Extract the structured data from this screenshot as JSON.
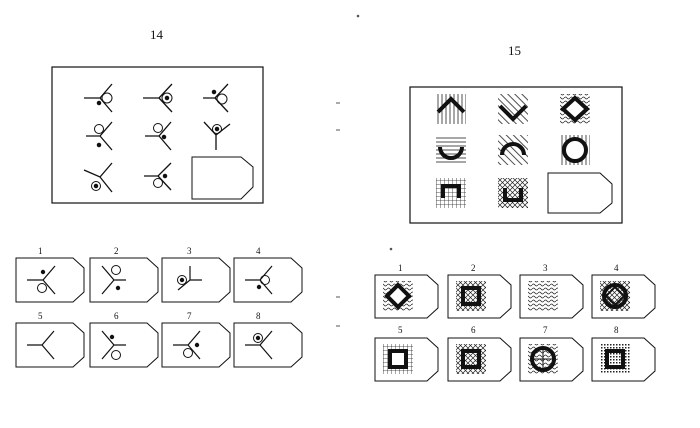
{
  "puzzle14": {
    "number": "14",
    "options": [
      "1",
      "2",
      "3",
      "4",
      "5",
      "6",
      "7",
      "8"
    ]
  },
  "puzzle15": {
    "number": "15",
    "options": [
      "1",
      "2",
      "3",
      "4",
      "5",
      "6",
      "7",
      "8"
    ]
  }
}
